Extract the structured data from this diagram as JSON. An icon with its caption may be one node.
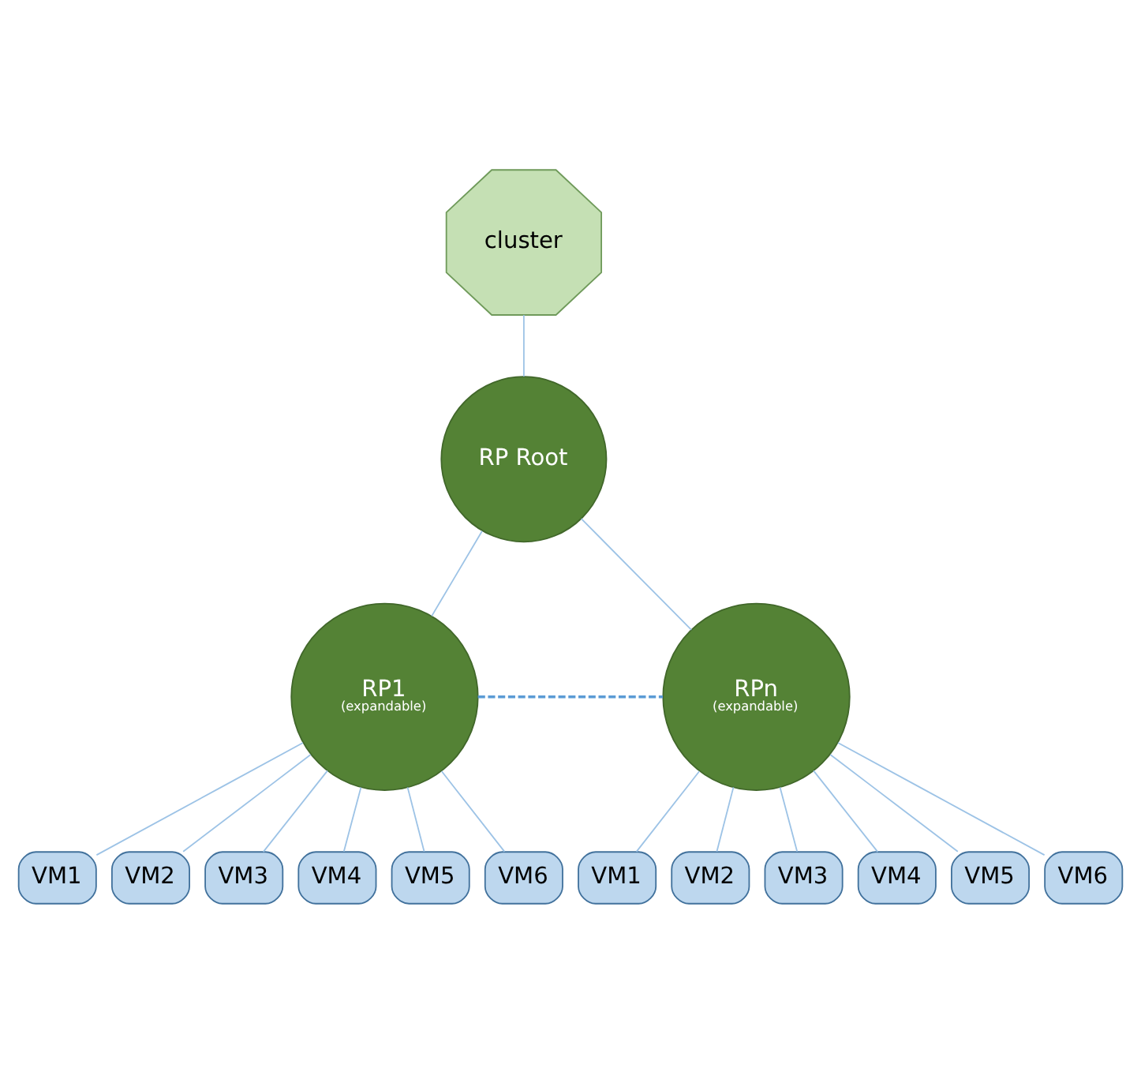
{
  "diagram": {
    "nodes": [
      {
        "text": [
          "cluster"
        ]
      },
      {
        "text": [
          "RP Root"
        ]
      },
      {
        "text": [
          "RP1",
          "(expandable)"
        ]
      },
      {
        "text": [
          "RPn",
          "(expandable)"
        ]
      },
      {
        "text": [
          "VM1"
        ]
      },
      {
        "text": [
          "VM2"
        ]
      },
      {
        "text": [
          "VM3"
        ]
      },
      {
        "text": [
          "VM4"
        ]
      },
      {
        "text": [
          "VM5"
        ]
      },
      {
        "text": [
          "VM6"
        ]
      },
      {
        "text": [
          "VM1"
        ]
      },
      {
        "text": [
          "VM2"
        ]
      },
      {
        "text": [
          "VM3"
        ]
      },
      {
        "text": [
          "VM4"
        ]
      },
      {
        "text": [
          "VM5"
        ]
      },
      {
        "text": [
          "VM6"
        ]
      }
    ],
    "edges": [
      {
        "from": 0,
        "to": 1,
        "arrow": "none"
      },
      {
        "from": 1,
        "to": 2,
        "arrow": "none"
      },
      {
        "from": 1,
        "to": 3,
        "arrow": "none"
      },
      {
        "from": 2,
        "to": 3,
        "arrow": "none",
        "style": "dashed",
        "color": "#5b9bd5"
      },
      {
        "from": 2,
        "to": 4,
        "arrow": "none"
      },
      {
        "from": 2,
        "to": 5,
        "arrow": "none"
      },
      {
        "from": 2,
        "to": 6,
        "arrow": "none"
      },
      {
        "from": 2,
        "to": 7,
        "arrow": "none"
      },
      {
        "from": 2,
        "to": 8,
        "arrow": "none"
      },
      {
        "from": 2,
        "to": 9,
        "arrow": "none"
      },
      {
        "from": 3,
        "to": 10,
        "arrow": "none"
      },
      {
        "from": 3,
        "to": 11,
        "arrow": "none"
      },
      {
        "from": 3,
        "to": 12,
        "arrow": "none"
      },
      {
        "from": 3,
        "to": 13,
        "arrow": "none"
      },
      {
        "from": 3,
        "to": 14,
        "arrow": "none"
      },
      {
        "from": 3,
        "to": 15,
        "arrow": "none"
      }
    ]
  }
}
